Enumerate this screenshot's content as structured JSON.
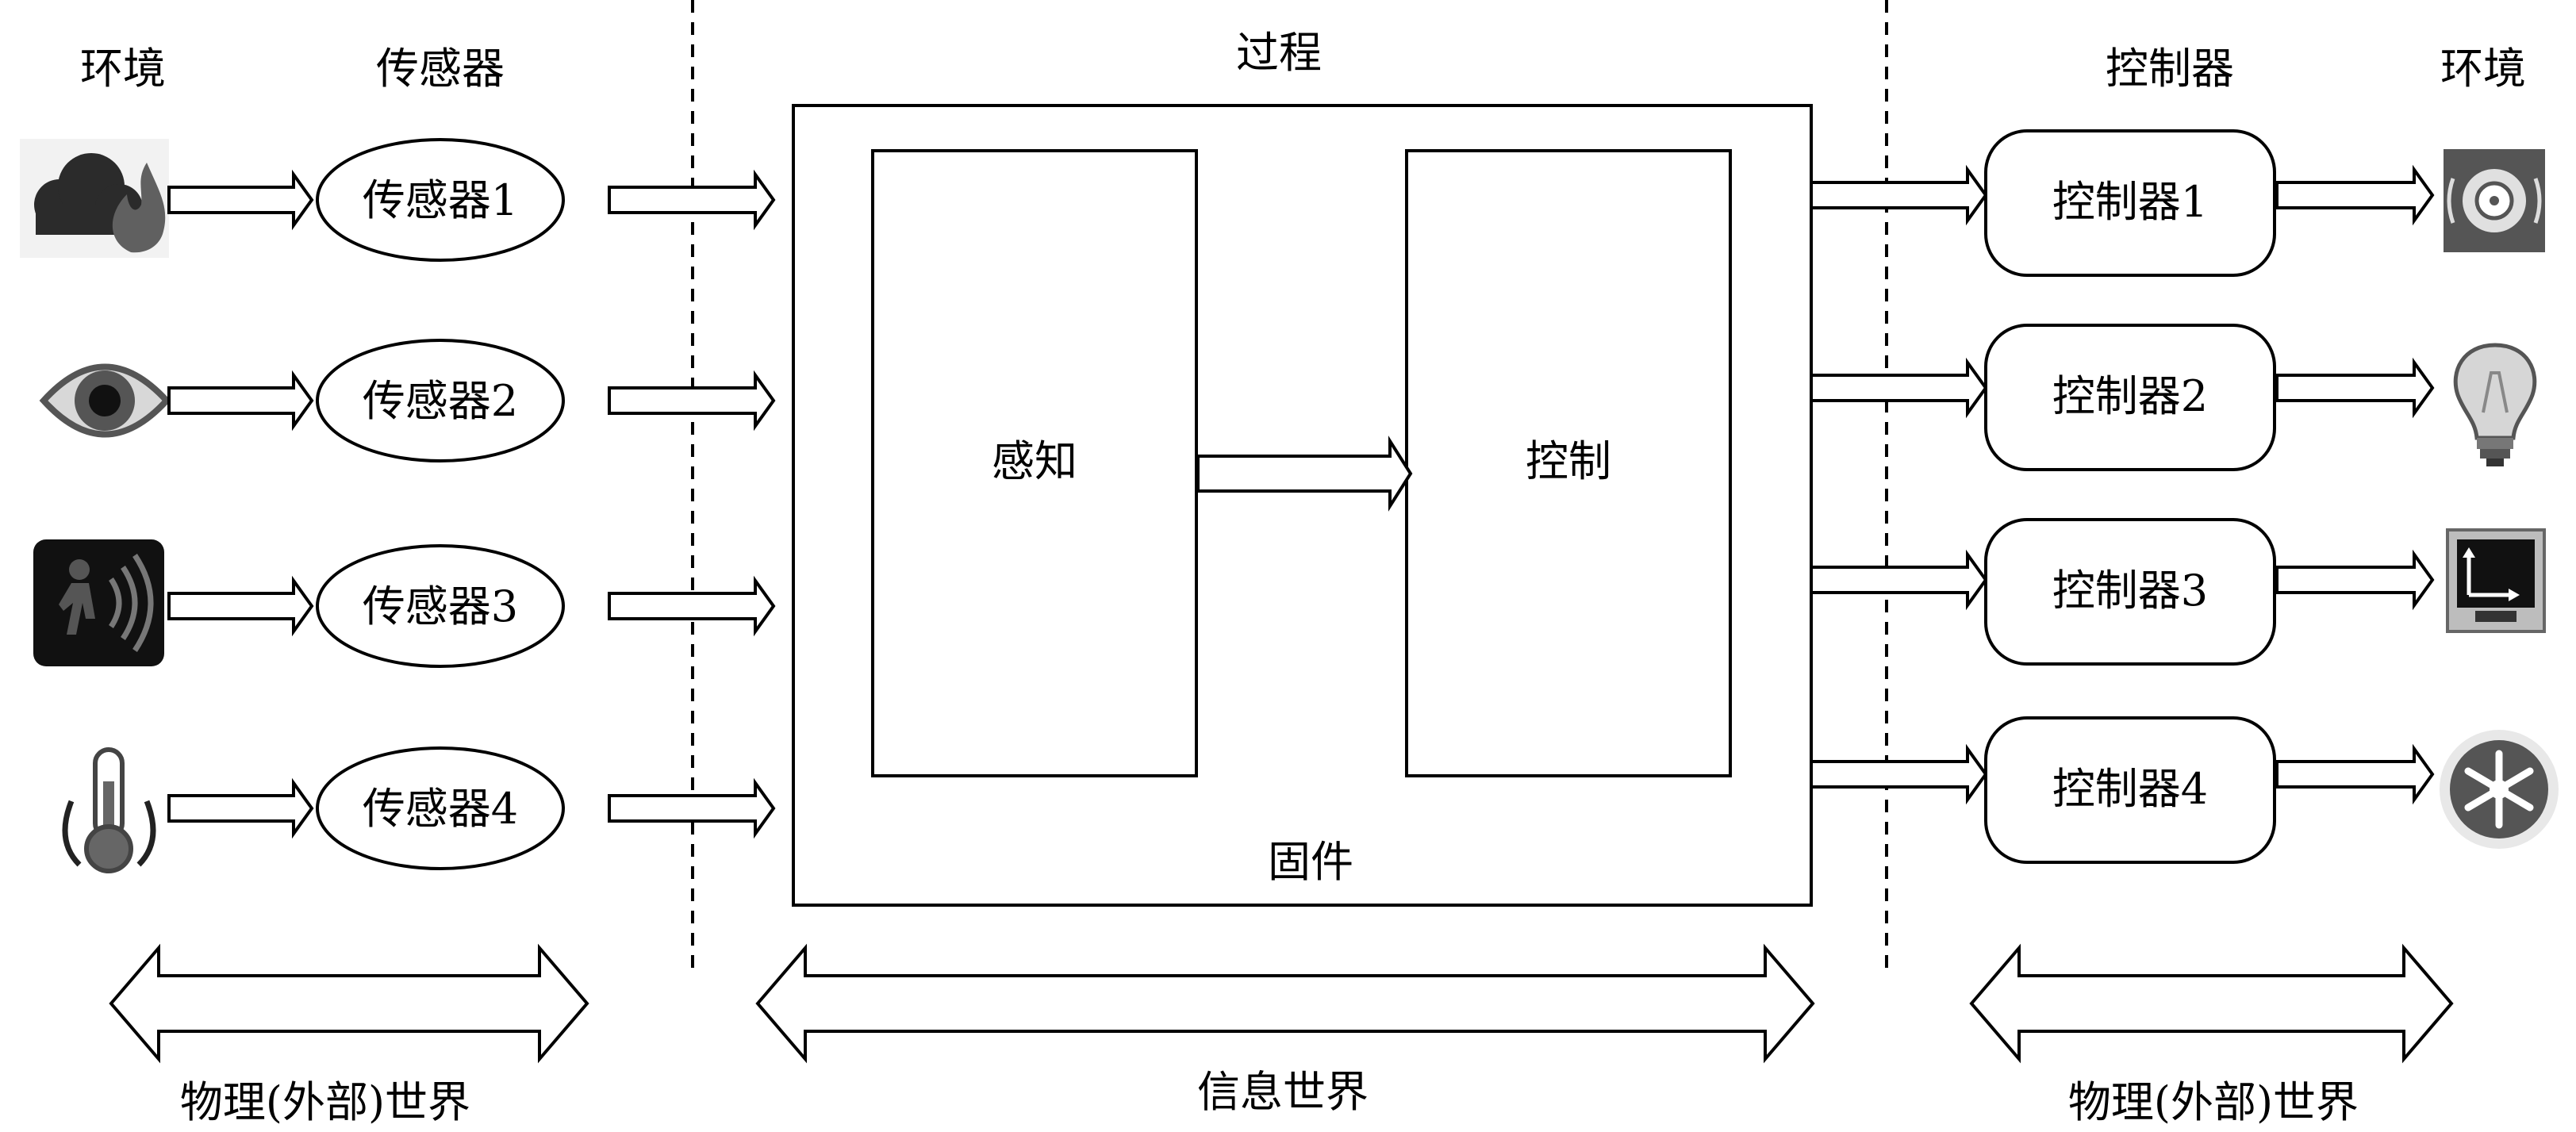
{
  "headers": {
    "env_left": "环境",
    "sensors": "传感器",
    "process": "过程",
    "controllers": "控制器",
    "env_right": "环境"
  },
  "sensors": [
    {
      "label": "传感器1",
      "icon": "cloud-fire-icon"
    },
    {
      "label": "传感器2",
      "icon": "eye-icon"
    },
    {
      "label": "传感器3",
      "icon": "motion-detector-icon"
    },
    {
      "label": "传感器4",
      "icon": "thermometer-icon"
    }
  ],
  "controllers": [
    {
      "label": "控制器1",
      "icon": "speaker-icon"
    },
    {
      "label": "控制器2",
      "icon": "light-bulb-icon"
    },
    {
      "label": "控制器3",
      "icon": "monitor-icon"
    },
    {
      "label": "控制器4",
      "icon": "snowflake-icon"
    }
  ],
  "firmware": {
    "perception": "感知",
    "control": "控制",
    "label": "固件"
  },
  "bottom": {
    "left": "物理(外部)世界",
    "center": "信息世界",
    "right": "物理(外部)世界"
  }
}
